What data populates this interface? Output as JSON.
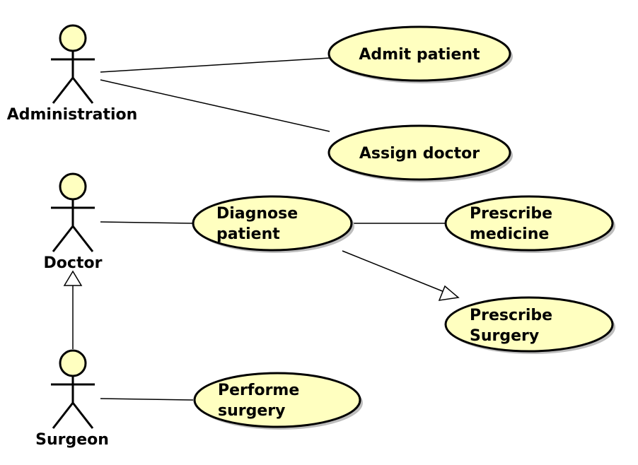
{
  "colors": {
    "fill": "#ffffc0",
    "stroke": "#000000",
    "shadow": "#bdbdbd"
  },
  "actors": {
    "administration": {
      "label": "Administration"
    },
    "doctor": {
      "label": "Doctor"
    },
    "surgeon": {
      "label": "Surgeon"
    }
  },
  "usecases": {
    "admit_patient": {
      "lines": [
        "Admit patient"
      ]
    },
    "assign_doctor": {
      "lines": [
        "Assign doctor"
      ]
    },
    "diagnose_patient": {
      "lines": [
        "Diagnose",
        "patient"
      ]
    },
    "prescribe_medicine": {
      "lines": [
        "Prescribe",
        "medicine"
      ]
    },
    "prescribe_surgery": {
      "lines": [
        "Prescribe",
        "Surgery"
      ]
    },
    "performe_surgery": {
      "lines": [
        "Performe",
        "surgery"
      ]
    }
  }
}
